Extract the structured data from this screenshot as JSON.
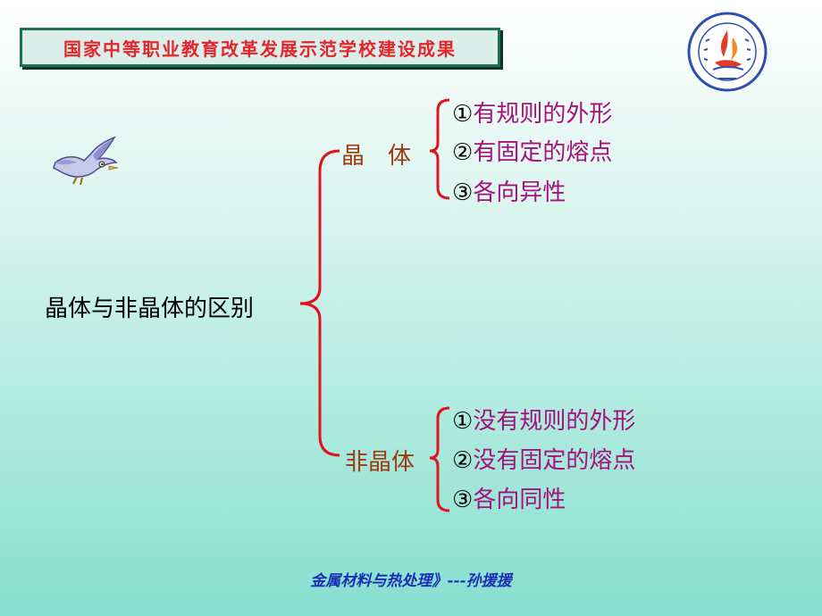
{
  "banner": {
    "title": "国家中等职业教育改革发展示范学校建设成果"
  },
  "main_topic": "晶体与非晶体的区别",
  "branches": [
    {
      "label": "晶体",
      "items": [
        {
          "num": "①",
          "text": "有规则的外形"
        },
        {
          "num": "②",
          "text": "有固定的熔点"
        },
        {
          "num": "③",
          "text": "各向异性"
        }
      ]
    },
    {
      "label": "非晶体",
      "items": [
        {
          "num": "①",
          "text": "没有规则的外形"
        },
        {
          "num": "②",
          "text": "没有固定的熔点"
        },
        {
          "num": "③",
          "text": "各向同性"
        }
      ]
    }
  ],
  "footer": "金属材料与热处理》---孙援援",
  "colors": {
    "banner_text": "#e2262c",
    "banner_border": "#1f6f53",
    "brace": "#e0141c",
    "branch_label": "#9b3b12",
    "item_text": "#a5127c",
    "footer_text": "#1a2fb6"
  },
  "icons": {
    "logo": "school-logo-icon",
    "decoration": "bird-icon"
  }
}
